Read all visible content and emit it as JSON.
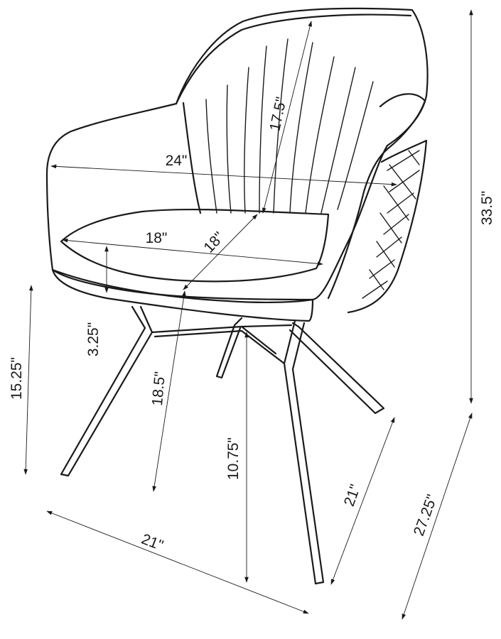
{
  "diagram": {
    "dimensions": {
      "overall_height": "33.5\"",
      "back_height": "17.5\"",
      "inner_width": "24\"",
      "seat_width": "18\"",
      "seat_depth": "18\"",
      "seat_to_arm": "3.25\"",
      "seat_height": "18.5\"",
      "arm_height": "15.25\"",
      "leg_clearance": "10.75\"",
      "front_width": "21\"",
      "side_depth": "21\"",
      "overall_depth": "27.25\""
    },
    "colors": {
      "line": "#1a1a1a",
      "background": "#ffffff"
    }
  }
}
